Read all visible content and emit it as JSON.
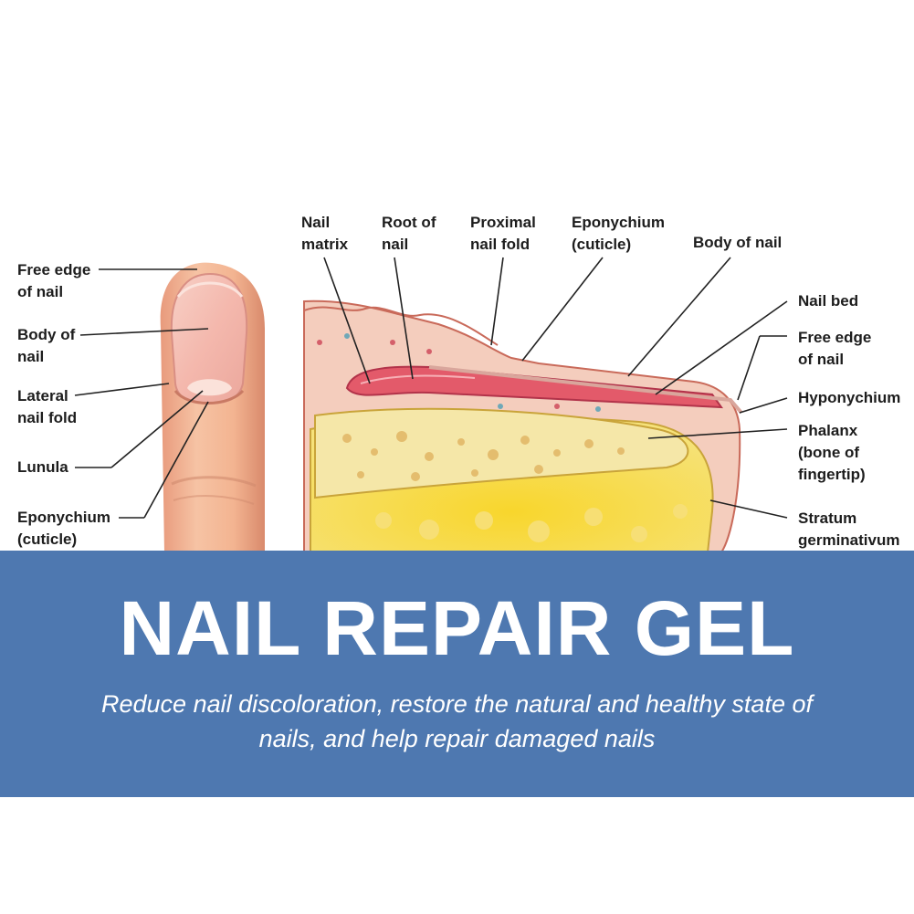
{
  "finger_labels": {
    "free_edge": "Free edge\nof nail",
    "body": "Body of\nnail",
    "lateral_fold": "Lateral\nnail fold",
    "lunula": "Lunula",
    "eponychium": "Eponychium\n(cuticle)"
  },
  "section_labels": {
    "nail_matrix": "Nail\nmatrix",
    "root_of_nail": "Root of\nnail",
    "proximal_fold": "Proximal\nnail fold",
    "eponychium": "Eponychium\n(cuticle)",
    "body_of_nail": "Body of nail",
    "nail_bed": "Nail bed",
    "free_edge": "Free edge\nof nail",
    "hyponychium": "Hyponychium",
    "phalanx": "Phalanx\n(bone of\nfingertip)",
    "stratum": "Stratum\ngerminativum"
  },
  "banner": {
    "title": "NAIL REPAIR GEL",
    "subtitle": "Reduce nail discoloration, restore the natural and healthy state of nails, and help repair damaged nails"
  },
  "colors": {
    "banner": "#4e78b0",
    "skin": "#f2b08e",
    "nail": "#f6c0b4",
    "tissue": "#f6cfbe",
    "bone": "#f4e49a",
    "fat": "#f6dc3c"
  }
}
